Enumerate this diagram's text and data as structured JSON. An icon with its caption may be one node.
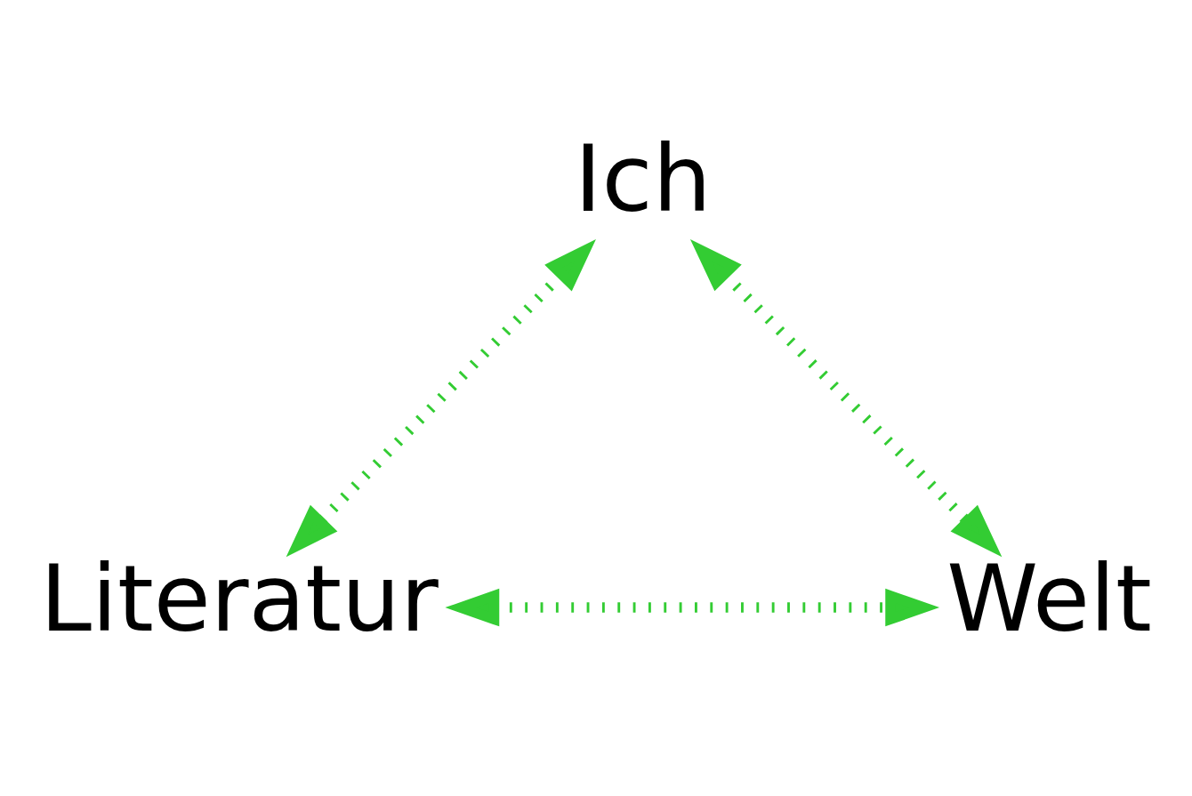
{
  "diagram": {
    "nodes": [
      {
        "text": [
          "Ich"
        ]
      },
      {
        "text": [
          "Literatur"
        ]
      },
      {
        "text": [
          "Welt"
        ]
      }
    ],
    "edges": [
      {
        "from": 0,
        "to": 1,
        "arrow": "both",
        "style": "dashed",
        "color": "#33cc33"
      },
      {
        "from": 0,
        "to": 2,
        "arrow": "both",
        "style": "dashed",
        "color": "#33cc33"
      },
      {
        "from": 1,
        "to": 2,
        "arrow": "both",
        "style": "dashed",
        "color": "#33cc33"
      }
    ]
  }
}
